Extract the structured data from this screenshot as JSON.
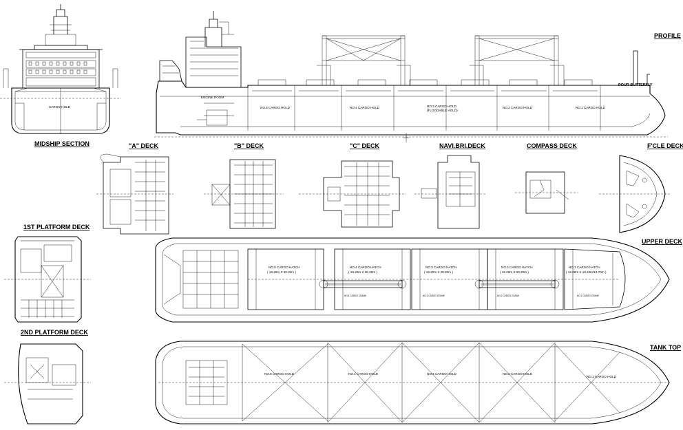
{
  "titles": {
    "profile": "PROFILE",
    "midship": "MIDSHIP SECTION",
    "a_deck": "\"A\" DECK",
    "b_deck": "\"B\" DECK",
    "c_deck": "\"C\" DECK",
    "navi_bri": "NAVI.BRI.DECK",
    "compass": "COMPASS DECK",
    "fcle": "F'CLE DECK",
    "platform1": "1ST PLATFORM DECK",
    "upper": "UPPER DECK",
    "platform2": "2ND PLATFORM DECK",
    "tanktop": "TANK TOP"
  },
  "ship_name": "POUR BUTTERFLY",
  "midship_hold": "CARGO HOLD",
  "engine_room": "ENGINE ROOM",
  "profile_holds": [
    "NO.5 CARGO HOLD",
    "NO.4 CARGO HOLD",
    "NO.3 CARGO HOLD",
    "NO.2 CARGO HOLD",
    "NO.1 CARGO HOLD"
  ],
  "profile_hold3_sub": "(FLOODABLE HOLD)",
  "upper_hatches": [
    {
      "name": "NO.5 CARGO HATCH",
      "size": "( 19.20m X 20.20m )"
    },
    {
      "name": "NO.4 CARGO HATCH",
      "size": "( 19.20m X 20.20m )"
    },
    {
      "name": "NO.3 CARGO HATCH",
      "size": "( 19.20m X 20.20m )"
    },
    {
      "name": "NO.2 CARGO HATCH",
      "size": "( 19.20m X 20.20m )"
    },
    {
      "name": "NO.1 CARGO HATCH",
      "size": "( 16.00m X 19.40m/13.70m )"
    }
  ],
  "tanktop_holds": [
    "NO.5 CARGO HOLD",
    "NO.4 CARGO HOLD",
    "NO.3 CARGO HOLD",
    "NO.2 CARGO HOLD",
    "NO.1 CARGO HOLD"
  ],
  "crane_labels": [
    "NO.4 CARGO CRANE",
    "NO.3 CARGO CRANE",
    "NO.2 CARGO CRANE",
    "NO.1 CARGO CRANE"
  ]
}
